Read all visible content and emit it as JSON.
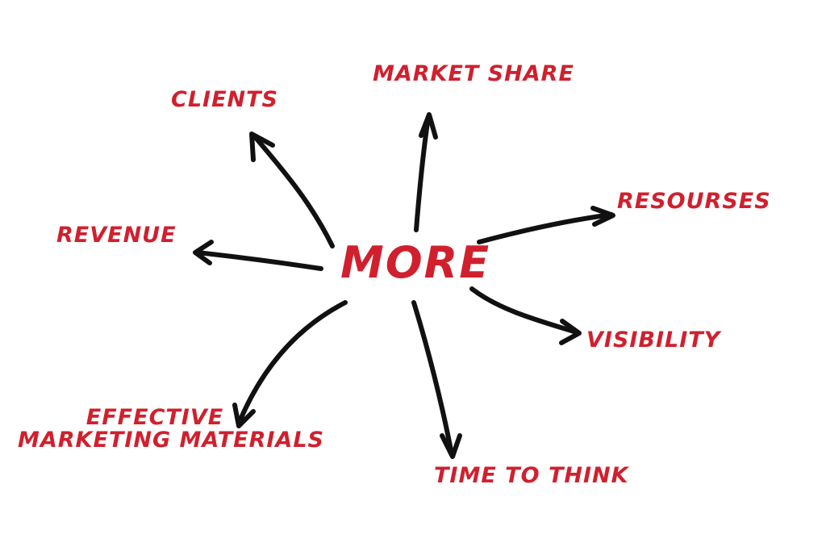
{
  "diagram": {
    "center": "MORE",
    "labels": {
      "clients": "CLIENTS",
      "market_share": "MARKET SHARE",
      "resources": "RESOURSES",
      "revenue": "REVENUE",
      "visibility": "VISIBILITY",
      "effective_line1": "EFFECTIVE",
      "effective_line2": "MARKETING MATERIALS",
      "time_to_think": "TIME TO THINK"
    }
  },
  "colors": {
    "text": "#d0202e",
    "arrows": "#111111",
    "background": "#ffffff"
  }
}
